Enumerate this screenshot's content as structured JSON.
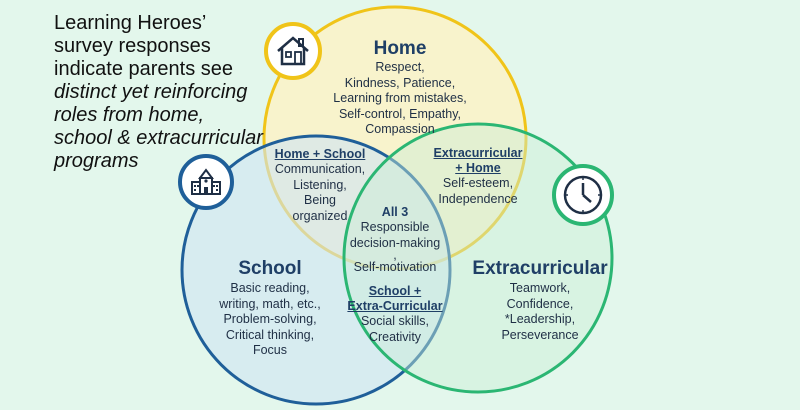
{
  "intro": {
    "lines": [
      "Learning Heroes’",
      "survey responses",
      "indicate parents see"
    ],
    "italic_lines": [
      "distinct yet reinforcing",
      "roles from home,",
      "school & extracurricular",
      "programs"
    ]
  },
  "circles": {
    "home": {
      "title": "Home",
      "items": [
        "Respect,",
        "Kindness, Patience,",
        "Learning from mistakes,",
        "Self-control, Empathy,",
        "Compassion"
      ],
      "color": "#f0c419"
    },
    "school": {
      "title": "School",
      "items": [
        "Basic reading,",
        "writing, math, etc.,",
        "Problem-solving,",
        "Critical thinking,",
        "Focus"
      ],
      "color": "#1f5f99"
    },
    "extracurricular": {
      "title": "Extracurricular",
      "items": [
        "Teamwork,",
        "Confidence,",
        "*Leadership,",
        "Perseverance"
      ],
      "color": "#2bb673"
    }
  },
  "overlaps": {
    "home_school": {
      "title": "Home + School",
      "items": [
        "Communication,",
        "Listening,",
        "Being",
        "organized"
      ]
    },
    "extra_home": {
      "title_lines": [
        "Extracurricular",
        "+ Home"
      ],
      "items": [
        "Self-esteem,",
        "Independence"
      ]
    },
    "all3": {
      "title": "All 3",
      "items": [
        "Responsible",
        "decision-making",
        ",",
        "Self-motivation"
      ]
    },
    "school_extra": {
      "title_lines": [
        "School +",
        "Extra-Curricular"
      ],
      "items": [
        "Social skills,",
        "Creativity"
      ]
    }
  },
  "icons": {
    "home": "house-icon",
    "school": "school-building-icon",
    "extracurricular": "clock-icon"
  }
}
